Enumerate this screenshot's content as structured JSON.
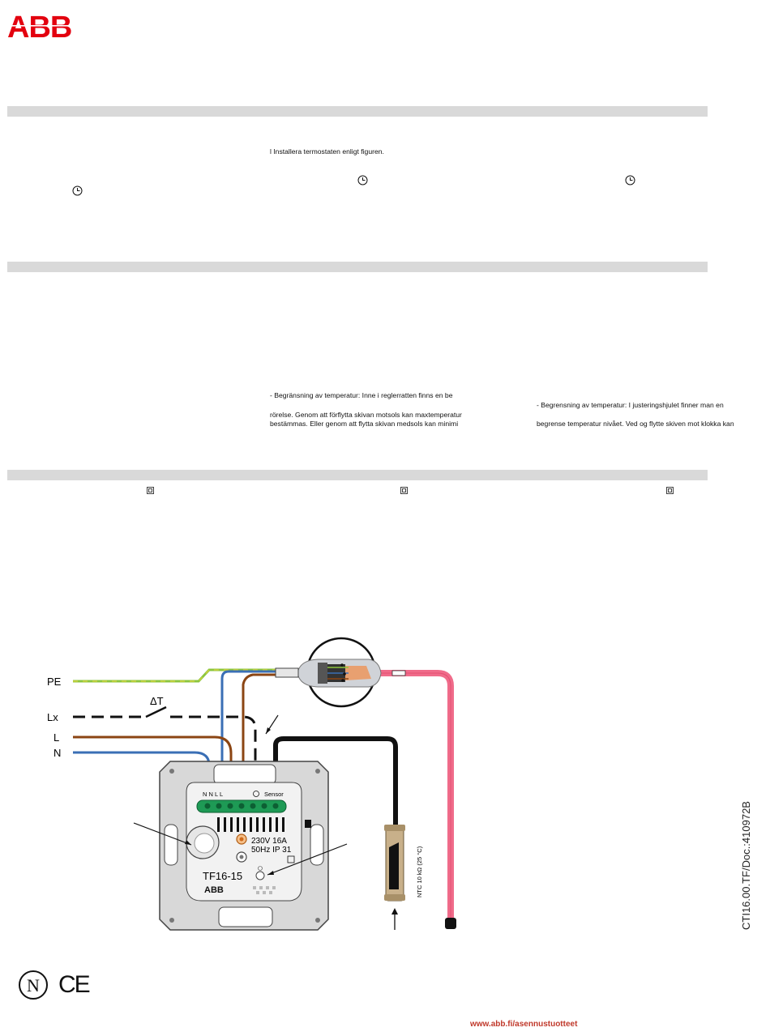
{
  "brand": {
    "logo_text": "ABB",
    "color": "#e3000f"
  },
  "section_bars": [
    "",
    "",
    ""
  ],
  "texts": {
    "install_instruction": "l Installera termostaten enligt figuren.",
    "limit_se_1": "- Begränsning av temperatur: Inne i reglerratten finns en be",
    "limit_se_2": "rörelse. Genom att förflytta skivan motsols kan maxtemperatur",
    "limit_se_3": "bestämmas. Eller genom att flytta skivan medsols kan minimi",
    "limit_no_1": "- Begrensning av temperatur: I justeringshjulet finner man en",
    "limit_no_2": "begrense temperatur nivået. Ved og flytte skiven mot klokka kan"
  },
  "icons": [
    "clock-icon",
    "clock-icon",
    "clock-icon",
    "square-icon",
    "square-icon",
    "square-icon"
  ],
  "diagram": {
    "wire_labels": [
      "PE",
      "Lx",
      "L",
      "N"
    ],
    "delta_t": "ΔT",
    "terminals": "N N L L",
    "sensor_label": "Sensor",
    "rating_line1": "230V   16A",
    "rating_line2": "50Hz   IP 31",
    "model": "TF16-15",
    "device_brand": "ABB",
    "ntc_label": "NTC 10 kΩ  (25 °C)",
    "colors": {
      "pe": "#8cc63f",
      "l": "#8b4513",
      "n": "#3a6fb5",
      "cable": "#f06b8a"
    }
  },
  "doc_code": "CTI16.00.TF/Doc.:410972B",
  "footer_url": "www.abb.fi/asennustuotteet"
}
